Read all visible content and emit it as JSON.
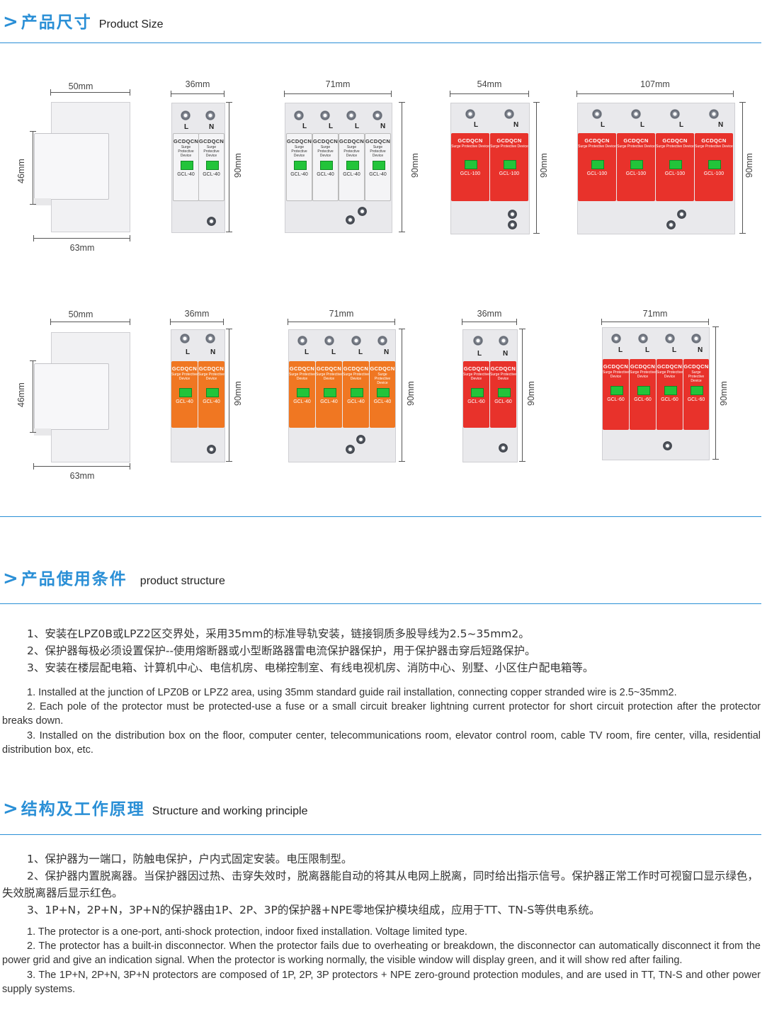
{
  "section1": {
    "title_cn": "产品尺寸",
    "title_en": "Product Size"
  },
  "row1": {
    "side": {
      "width": "50mm",
      "height": "46mm",
      "depth": "63mm"
    },
    "devices": [
      {
        "width": "36mm",
        "height": "90mm",
        "color": "#e9e9ec",
        "poles": [
          "L",
          "N"
        ],
        "brand": "GCDQCN",
        "model": "GCL-40"
      },
      {
        "width": "71mm",
        "height": "90mm",
        "color": "#e9e9ec",
        "poles": [
          "L",
          "L",
          "L",
          "N"
        ],
        "brand": "GCDQCN",
        "model": "GCL-40"
      },
      {
        "width": "54mm",
        "height": "90mm",
        "color": "#e8322b",
        "poles": [
          "L",
          "N"
        ],
        "brand": "GCDQCN",
        "model": "GCL-100"
      },
      {
        "width": "107mm",
        "height": "90mm",
        "color": "#e8322b",
        "poles": [
          "L",
          "L",
          "L",
          "N"
        ],
        "brand": "GCDQCN",
        "model": "GCL-100"
      }
    ]
  },
  "row2": {
    "side": {
      "width": "50mm",
      "height": "46mm",
      "depth": "63mm"
    },
    "devices": [
      {
        "width": "36mm",
        "height": "90mm",
        "color": "#f07722",
        "poles": [
          "L",
          "N"
        ],
        "brand": "GCDQCN",
        "model": "GCL-40"
      },
      {
        "width": "71mm",
        "height": "90mm",
        "color": "#f07722",
        "poles": [
          "L",
          "L",
          "L",
          "N"
        ],
        "brand": "GCDQCN",
        "model": "GCL-40"
      },
      {
        "width": "36mm",
        "height": "90mm",
        "color": "#e8322b",
        "poles": [
          "L",
          "N"
        ],
        "brand": "GCDQCN",
        "model": "GCL-60"
      },
      {
        "width": "71mm",
        "height": "90mm",
        "color": "#e8322b",
        "poles": [
          "L",
          "L",
          "L",
          "N"
        ],
        "brand": "GCDQCN",
        "model": "GCL-60"
      }
    ]
  },
  "device_sub": "Surge Protective Device",
  "section2": {
    "title_cn": "产品使用条件",
    "title_en": "product structure",
    "cn": [
      "1、安装在LPZ0B或LPZ2区交界处，采用35mm的标准导轨安装，链接铜质多股导线为2.5~35mm2。",
      "2、保护器每极必须设置保护--使用熔断器或小型断路器雷电流保护器保护，用于保护器击穿后短路保护。",
      "3、安装在楼层配电箱、计算机中心、电信机房、电梯控制室、有线电视机房、消防中心、别墅、小区住户配电箱等。"
    ],
    "en": [
      "1. Installed at the junction of LPZ0B or LPZ2 area, using 35mm standard guide rail installation, connecting copper stranded wire is 2.5~35mm2.",
      "2. Each pole of the protector must be protected-use a fuse or a small circuit breaker lightning current protector for short circuit protection after the protector breaks down.",
      "3. Installed on the distribution box on the floor, computer center, telecommunications room, elevator control room, cable TV room, fire center, villa, residential distribution box, etc."
    ]
  },
  "section3": {
    "title_cn": "结构及工作原理",
    "title_en": "Structure and working principle",
    "cn": [
      "1、保护器为一端口，防触电保护，户内式固定安装。电压限制型。",
      "2、保护器内置脱离器。当保护器因过热、击穿失效时，脱离器能自动的将其从电网上脱离，同时给出指示信号。保护器正常工作时可视窗口显示绿色，失效脱离器后显示红色。",
      "3、1P+N，2P+N，3P+N的保护器由1P、2P、3P的保护器+NPE零地保护模块组成，应用于TT、TN-S等供电系统。"
    ],
    "en": [
      "1. The protector is a one-port, anti-shock protection, indoor fixed installation. Voltage limited type.",
      "2. The protector has a built-in disconnector. When the protector fails due to overheating or breakdown, the disconnector can automatically disconnect it from the power grid and give an indication signal. When the protector is working normally, the visible window will display green, and it will show red after failing.",
      "3. The 1P+N, 2P+N, 3P+N protectors are composed of 1P, 2P, 3P protectors + NPE zero-ground protection modules, and are used in TT, TN-S and other power supply systems."
    ]
  }
}
